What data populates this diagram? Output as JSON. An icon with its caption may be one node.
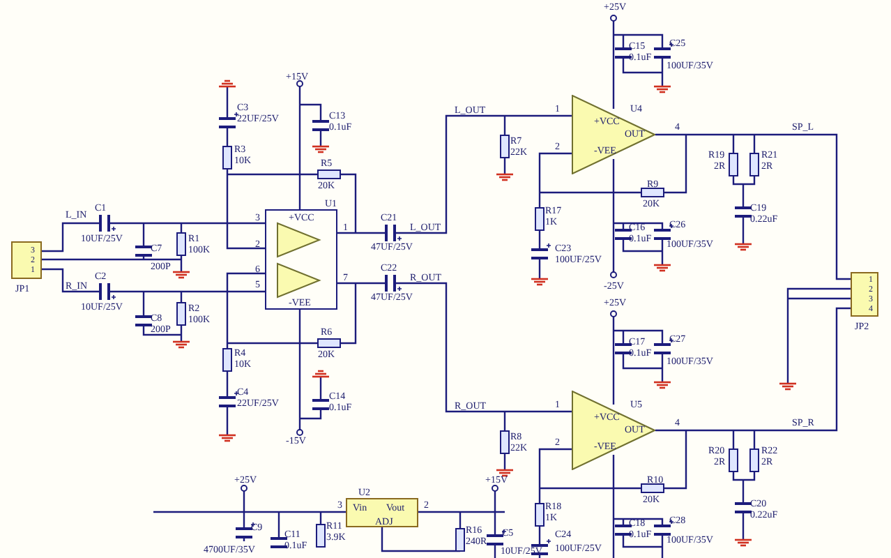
{
  "diagram": {
    "nodes": [
      {
        "text": [
          "3",
          "2",
          "1"
        ],
        "beside": [
          "JP1"
        ]
      },
      {
        "text": [
          "+VCC",
          "-VEE"
        ],
        "beside": [
          "U1"
        ]
      },
      {
        "text": [
          "+VCC",
          "OUT",
          "-VEE"
        ],
        "beside": [
          "U4"
        ]
      },
      {
        "text": [
          "1",
          "2",
          "3",
          "4"
        ],
        "beside": [
          "JP2"
        ]
      },
      {
        "text": [
          "+VCC",
          "OUT",
          "-VEE"
        ],
        "beside": [
          "U5"
        ]
      },
      {
        "text": [
          "Vin",
          "Vout",
          "ADJ"
        ],
        "beside": [
          "U2"
        ]
      }
    ],
    "edges": [
      {
        "from": 2,
        "to": 3,
        "arrow": "none",
        "label": "SP_L"
      },
      {
        "from": 4,
        "to": 3,
        "arrow": "none",
        "label": "SP_R"
      }
    ],
    "labels": [
      "+15V",
      "C3",
      "22UF/25V",
      "C13",
      "0.1uF",
      "R3",
      "10K",
      "R5",
      "20K",
      "L_IN",
      "C1",
      "10UF/25V",
      "C7",
      "200P",
      "R1",
      "100K",
      "3",
      "2",
      "1",
      "6",
      "5",
      "7",
      "R_IN",
      "C2",
      "10UF/25V",
      "C8",
      "200P",
      "R2",
      "100K",
      "C21",
      "47UF/25V",
      "L_OUT",
      "C22",
      "47UF/25V",
      "R_OUT",
      "R6",
      "R4",
      "20K",
      "10K",
      "C4",
      "22UF/25V",
      "C14",
      "0.1uF",
      "-15V",
      "+25V",
      "C15",
      "0.1uF",
      "C25",
      "100UF/35V",
      "L_OUT",
      "R7",
      "22K",
      "1",
      "2",
      "4",
      "R9",
      "20K",
      "R17",
      "1K",
      "C23",
      "100UF/25V",
      "C16",
      "0.1uF",
      "C26",
      "100UF/35V",
      "-25V",
      "R19",
      "2R",
      "R21",
      "2R",
      "C19",
      "0.22uF",
      "+25V",
      "C17",
      "0.1uF",
      "C27",
      "100UF/35V",
      "R_OUT",
      "R8",
      "22K",
      "1",
      "2",
      "4",
      "R10",
      "20K",
      "R18",
      "1K",
      "C24",
      "100UF/25V",
      "C18",
      "0.1uF",
      "C28",
      "100UF/35V",
      "R20",
      "2R",
      "R22",
      "2R",
      "C20",
      "0.22uF",
      "+25V",
      "C9",
      "4700UF/35V",
      "C11",
      "0.1uF",
      "R11",
      "3.9K",
      "3",
      "2",
      "R16",
      "240R",
      "+15V",
      "C5",
      "10UF/25V"
    ]
  }
}
